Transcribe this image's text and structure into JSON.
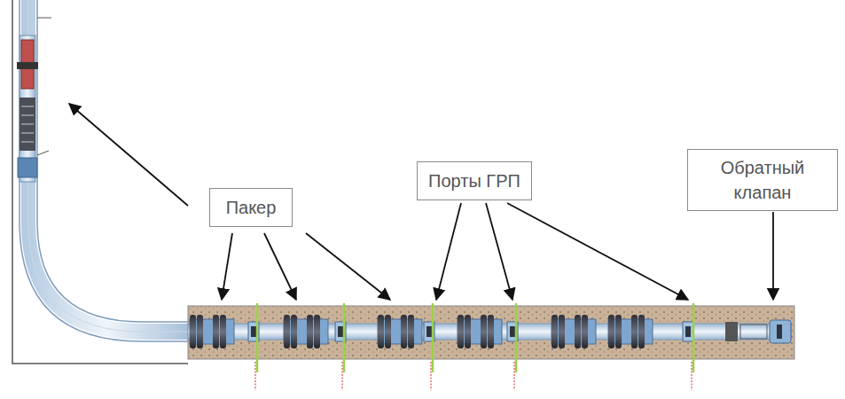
{
  "diagram": {
    "nodes": [
      {
        "text": [
          "Пакер"
        ]
      },
      {
        "text": [
          "Порты ГРП"
        ]
      },
      {
        "text": [
          "Обратный клапан"
        ]
      }
    ]
  }
}
